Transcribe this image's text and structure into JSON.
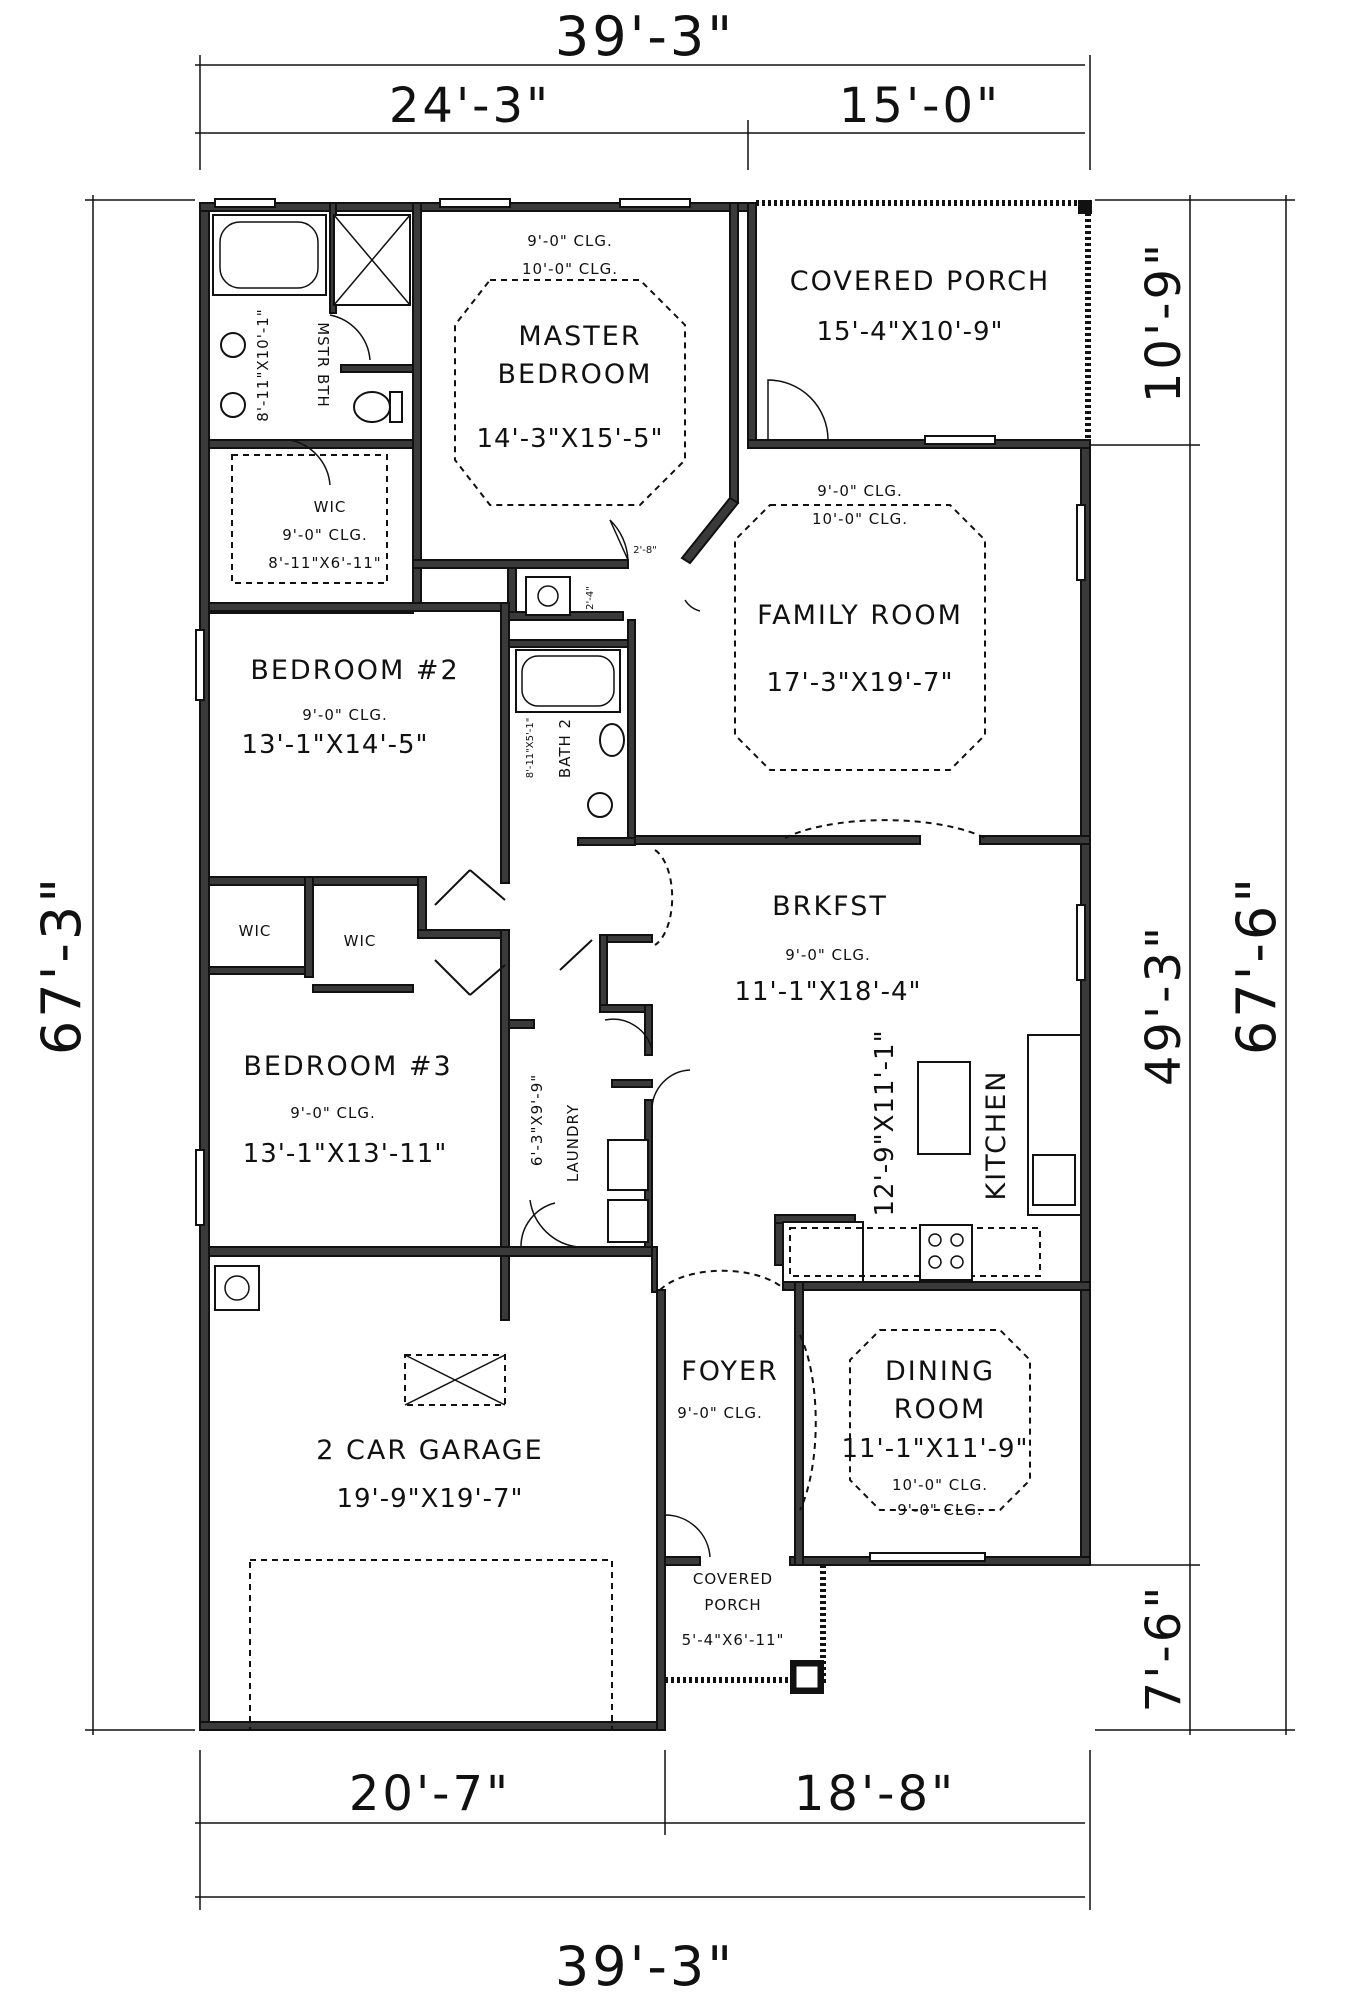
{
  "dimensions": {
    "top_total": "39'-3\"",
    "top_left": "24'-3\"",
    "top_right": "15'-0\"",
    "bottom_left": "20'-7\"",
    "bottom_right": "18'-8\"",
    "bottom_total": "39'-3\"",
    "left_total": "67'-3\"",
    "right_porch": "10'-9\"",
    "right_main": "49'-3\"",
    "right_front": "7'-6\"",
    "right_total": "67'-6\""
  },
  "rooms": {
    "master_bedroom": {
      "name_line1": "MASTER",
      "name_line2": "BEDROOM",
      "ceiling1": "9'-0\" CLG.",
      "ceiling2": "10'-0\" CLG.",
      "size": "14'-3\"X15'-5\""
    },
    "master_bath": {
      "name": "MSTR BTH",
      "size": "8'-11\"X10'-1\""
    },
    "master_wic": {
      "name": "WIC",
      "ceiling": "9'-0\" CLG.",
      "size": "8'-11\"X6'-11\""
    },
    "covered_porch_rear": {
      "name": "COVERED PORCH",
      "size": "15'-4\"X10'-9\""
    },
    "family_room": {
      "name": "FAMILY ROOM",
      "ceiling1": "9'-0\" CLG.",
      "ceiling2": "10'-0\" CLG.",
      "size": "17'-3\"X19'-7\""
    },
    "bedroom2": {
      "name": "BEDROOM #2",
      "ceiling": "9'-0\" CLG.",
      "size": "13'-1\"X14'-5\""
    },
    "bath2": {
      "name": "BATH 2",
      "size": "8'-11\"X5'-1\""
    },
    "wic_a": {
      "name": "WIC"
    },
    "wic_b": {
      "name": "WIC"
    },
    "bedroom3": {
      "name": "BEDROOM #3",
      "ceiling": "9'-0\" CLG.",
      "size": "13'-1\"X13'-11\""
    },
    "laundry": {
      "name": "LAUNDRY",
      "size": "6'-3\"X9'-9\""
    },
    "brkfst": {
      "name": "BRKFST",
      "ceiling": "9'-0\" CLG.",
      "size": "11'-1\"X18'-4\""
    },
    "kitchen": {
      "name": "KITCHEN",
      "size": "12'-9\"X11'-1\""
    },
    "garage": {
      "name": "2 CAR GARAGE",
      "size": "19'-9\"X19'-7\""
    },
    "foyer": {
      "name": "FOYER",
      "ceiling": "9'-0\" CLG."
    },
    "dining": {
      "name_line1": "DINING",
      "name_line2": "ROOM",
      "size": "11'-1\"X11'-9\"",
      "ceiling1": "10'-0\" CLG.",
      "ceiling2": "9'-0\" CLG."
    },
    "covered_porch_front": {
      "name_line1": "COVERED",
      "name_line2": "PORCH",
      "size": "5'-4\"X6'-11\""
    }
  },
  "door_labels": {
    "master_door": "2'-8\"",
    "closet_door": "2'-4\""
  }
}
